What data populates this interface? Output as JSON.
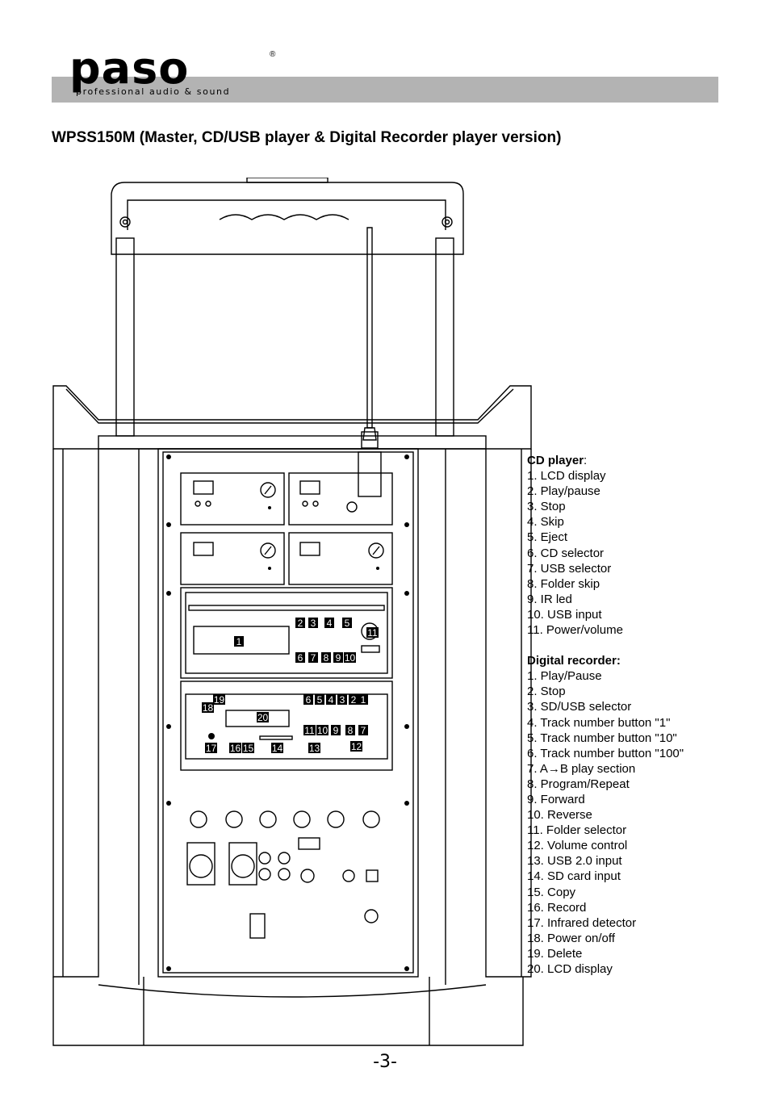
{
  "header": {
    "brand": "paso",
    "brand_tagline": "professional audio & sound",
    "registered_mark": "®"
  },
  "title": "WPSS150M (Master, CD/USB player & Digital Recorder player version)",
  "cd_player": {
    "heading": "CD player",
    "heading_suffix": ":",
    "items": [
      "1. LCD display",
      "2. Play/pause",
      "3. Stop",
      "4. Skip",
      "5. Eject",
      "6. CD selector",
      "7. USB selector",
      "8. Folder skip",
      "9. IR led",
      "10. USB input",
      "11. Power/volume"
    ],
    "callouts": [
      "1",
      "2",
      "3",
      "4",
      "5",
      "6",
      "7",
      "8",
      "9",
      "10",
      "11"
    ]
  },
  "digital_recorder": {
    "heading": "Digital recorder:",
    "items": [
      "1. Play/Pause",
      "2. Stop",
      "3. SD/USB selector",
      "4. Track number button \"1\"",
      "5. Track number button \"10\"",
      "6. Track number button \"100\"",
      "7. A→B play section",
      "8. Program/Repeat",
      "9. Forward",
      "10. Reverse",
      "11. Folder selector",
      "12. Volume control",
      "13. USB 2.0 input",
      "14. SD card input",
      "15. Copy",
      "16. Record",
      "17. Infrared detector",
      "18. Power on/off",
      "19. Delete",
      "20. LCD display"
    ],
    "callouts": [
      "6",
      "5",
      "4",
      "3",
      "2",
      "1",
      "19",
      "18",
      "20",
      "11",
      "10",
      "9",
      "8",
      "7",
      "17",
      "16",
      "15",
      "14",
      "13",
      "12"
    ]
  },
  "page_number": "-3-"
}
